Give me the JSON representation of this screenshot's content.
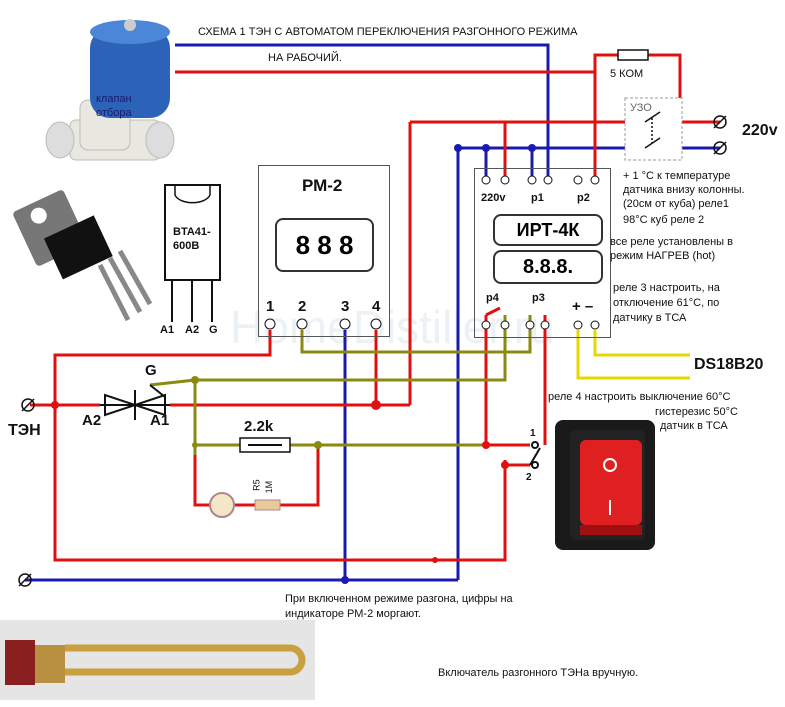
{
  "title_line1": "СХЕМА    1 ТЭН  С АВТОМАТОМ ПЕРЕКЛЮЧЕНИЯ РАЗГОННОГО РЕЖИМА",
  "title_line2": "НА РАБОЧИЙ.",
  "valve_label_1": "клапан",
  "valve_label_2": "отбора",
  "resistor_5k": "5 КОМ",
  "uzo": "УЗО",
  "mains": "220v",
  "triac_name_1": "BTA41-",
  "triac_name_2": "600B",
  "triac_pins": [
    "A1",
    "A2",
    "G"
  ],
  "rm2_title": "РМ-2",
  "rm2_display": "8 8 8",
  "rm2_pins": [
    "1",
    "2",
    "3",
    "4"
  ],
  "irt_top_labels": [
    "220v",
    "p1",
    "p2"
  ],
  "irt_title": "ИРТ-4К",
  "irt_display": "8.8.8.",
  "irt_bottom_labels": [
    "p4",
    "p3",
    "+  –"
  ],
  "relay1_note": [
    "+ 1 °С к температуре",
    "датчика внизу колонны.",
    "(20см от куба) реле1",
    "98°С куб  реле 2"
  ],
  "all_relays_note": [
    "все реле установлены в",
    "режим  НАГРЕВ  (hot)"
  ],
  "relay3_note": [
    "реле 3 настроить, на",
    "отключение 61°С, по",
    "датчику в ТСА"
  ],
  "sensor": "DS18B20",
  "relay4_note": "реле 4  настроить  выключение 60°С",
  "hysteresis_note": [
    "гистерезис  50°С",
    "датчик в ТСА"
  ],
  "ten_label": "ТЭН",
  "triac_sym": {
    "g": "G",
    "a2": "A2",
    "a1": "A1"
  },
  "resistor_2k2": "2.2k",
  "r5": "R5",
  "r5_val": "1M",
  "switch_pins": [
    "1",
    "2"
  ],
  "note_blink": [
    "При включенном режиме разгона, цифры на",
    "индикаторе РМ-2 моргают."
  ],
  "note_switch": "Включатель разгонного ТЭНа  вручную.",
  "watermark": "HomeDistiller.ru",
  "colors": {
    "red": "#e01010",
    "blue": "#1a1ab0",
    "olive": "#8a8a10",
    "yellow": "#e8d800",
    "black": "#111111"
  }
}
